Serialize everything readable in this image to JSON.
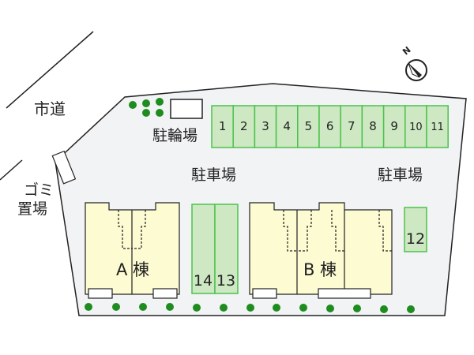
{
  "labels": {
    "road": "市道",
    "garbage_line1": "ゴミ",
    "garbage_line2": "置場",
    "bicycle_parking": "駐輪場",
    "parking_center": "駐車場",
    "parking_right": "駐車場",
    "building_a": "A 棟",
    "building_b": "B 棟",
    "compass_north": "N"
  },
  "parking_spaces": {
    "top_row": [
      "1",
      "2",
      "3",
      "4",
      "5",
      "6",
      "7",
      "8",
      "9",
      "10",
      "11"
    ],
    "center_pair": [
      "14",
      "13"
    ],
    "right_single": "12"
  },
  "colors": {
    "lot_fill": "#f2f3f5",
    "parking_fill": "#cde8c2",
    "parking_stroke": "#4cc24c",
    "building_fill": "#fdfbd2",
    "tree": "#1e8c1e"
  }
}
